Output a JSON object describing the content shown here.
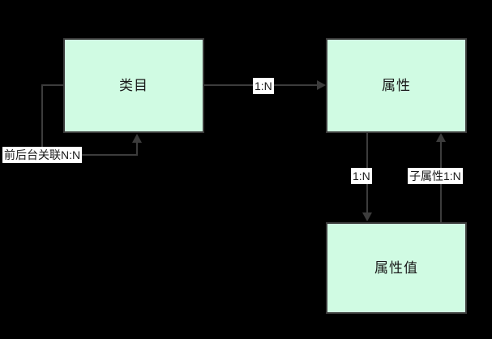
{
  "diagram": {
    "type": "entity-relationship-diagram",
    "background_color": "#000000",
    "node_fill_color": "#d0fbe3",
    "node_border_color": "#3c3c3c",
    "edge_color": "#3c3c3c",
    "label_background_color": "#ffffff",
    "nodes": [
      {
        "id": "category",
        "label": "类目"
      },
      {
        "id": "attribute",
        "label": "属性"
      },
      {
        "id": "attribute_value",
        "label": "属性值"
      }
    ],
    "edges": [
      {
        "id": "category-self",
        "from": "category",
        "to": "category",
        "label": "前后台关联N:N",
        "cardinality": "N:N",
        "style": "self-loop"
      },
      {
        "id": "category-attribute",
        "from": "category",
        "to": "attribute",
        "label": "1:N",
        "cardinality": "1:N",
        "style": "horizontal"
      },
      {
        "id": "attribute-attribute-value",
        "from": "attribute",
        "to": "attribute_value",
        "label": "1:N",
        "cardinality": "1:N",
        "style": "vertical-down"
      },
      {
        "id": "attribute-value-child-attribute",
        "from": "attribute_value",
        "to": "attribute",
        "label": "子属性1:N",
        "cardinality": "1:N",
        "style": "vertical-up"
      }
    ]
  }
}
